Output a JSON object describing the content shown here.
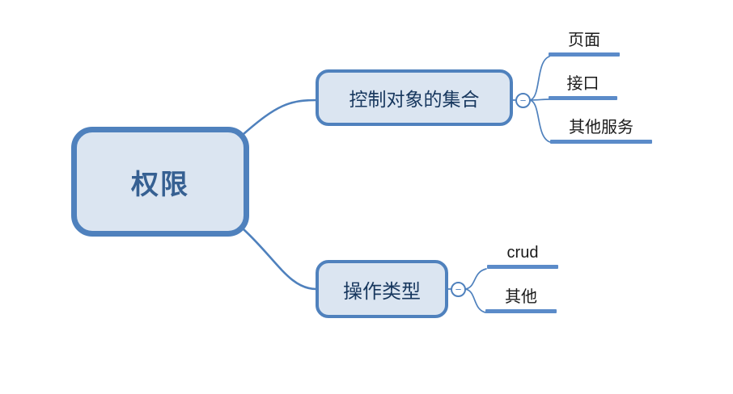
{
  "colors": {
    "accent": "#4f81bd",
    "node_fill": "#dbe5f1",
    "root_text": "#366092",
    "branch_text": "#17375e",
    "leaf_text": "#1a1a1a",
    "underline": "#5b8bc9",
    "background": "#ffffff"
  },
  "icons": {
    "collapse_minus": "−"
  },
  "mindmap": {
    "root": {
      "label": "权限"
    },
    "branches": [
      {
        "label": "控制对象的集合",
        "children": [
          {
            "label": "页面"
          },
          {
            "label": "接口"
          },
          {
            "label": "其他服务"
          }
        ]
      },
      {
        "label": "操作类型",
        "children": [
          {
            "label": "crud"
          },
          {
            "label": "其他"
          }
        ]
      }
    ]
  }
}
